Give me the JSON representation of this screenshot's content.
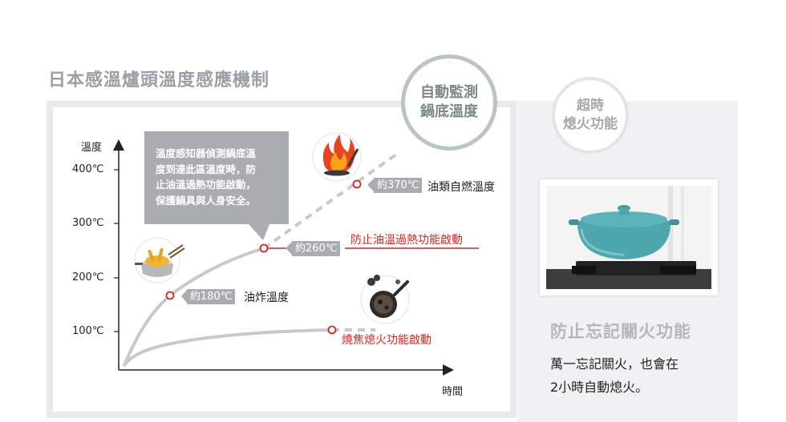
{
  "title": "日本感溫爐頭溫度感應機制",
  "badges": {
    "auto_line1": "自動監測",
    "auto_line2": "鍋底溫度",
    "timer_line1": "超時",
    "timer_line2": "熄火功能"
  },
  "chart": {
    "y_axis_label": "溫度",
    "x_axis_label": "時間",
    "y_ticks": [
      "400℃",
      "300℃",
      "200℃",
      "100℃"
    ],
    "callout_lines": [
      "溫度感知器偵測鍋底溫",
      "度到達此區溫度時，防",
      "止油溫過熱功能啟動，",
      "保護鍋具與人身安全。"
    ],
    "points": [
      {
        "value_label": "約180℃",
        "description": "油炸溫度"
      },
      {
        "value_label": "約260℃",
        "description": "防止油溫過熱功能啟動"
      },
      {
        "value_label": "約370℃",
        "description": "油類自燃溫度"
      },
      {
        "value_label": "",
        "description": "燒焦熄火功能啟動"
      }
    ]
  },
  "right": {
    "heading": "防止忘記關火功能",
    "body_line1": "萬一忘記關火，也會在",
    "body_line2": "2小時自動熄火。"
  },
  "colors": {
    "accent_red": "#d9261c",
    "label_gray": "#a9adb1",
    "curve_gray": "#c6cacd",
    "pot_teal": "#4fa7ae"
  },
  "icons": [
    "fried-food-pot-icon",
    "fire-icon",
    "burnt-pan-icon"
  ]
}
